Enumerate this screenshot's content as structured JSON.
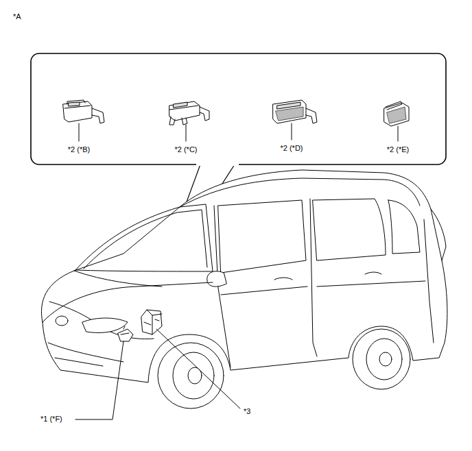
{
  "diagram": {
    "labels": [
      "*A",
      "*2 (*B)",
      "*2 (*C)",
      "*2 (*D)",
      "*2 (*E)",
      "*1 (*F)",
      "*3"
    ]
  }
}
